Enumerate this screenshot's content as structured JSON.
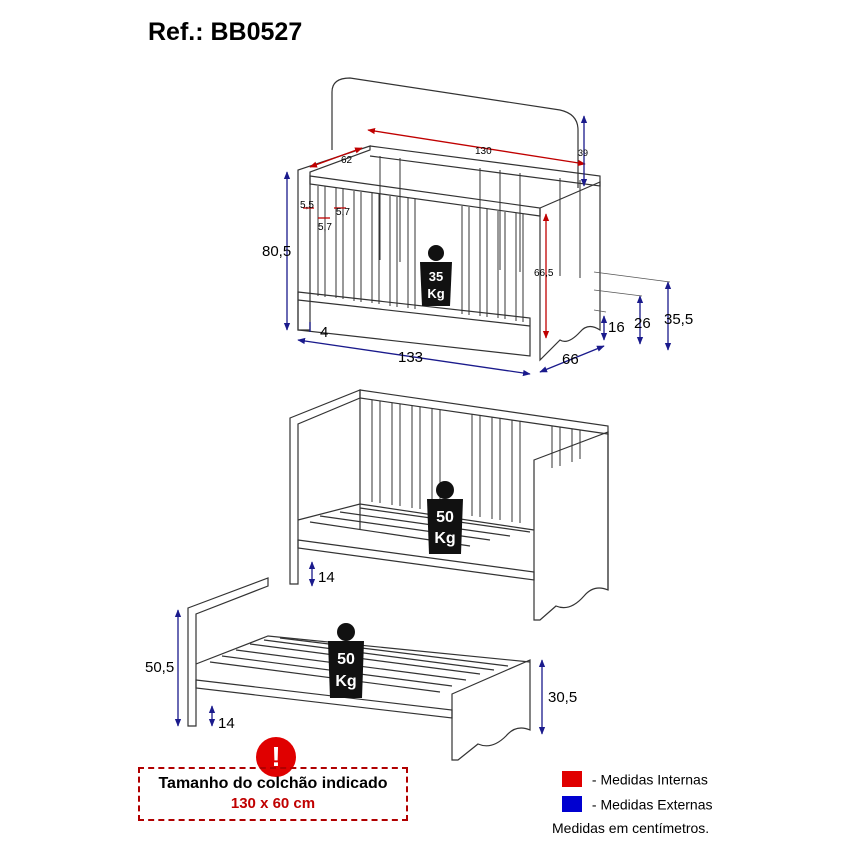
{
  "title": "Ref.: BB0527",
  "crib": {
    "dims": {
      "inner_length": "130",
      "inner_width": "62",
      "headboard_height": "39",
      "slat_gap": "5,5",
      "slat_width_a": "5,7",
      "slat_width_b": "5,7",
      "height": "80,5",
      "inner_height": "66,5",
      "floor_gap": "4",
      "length": "133",
      "depth": "66",
      "base_a": "16",
      "base_b": "26",
      "base_c": "35,5"
    },
    "weight_number": "35",
    "weight_unit": "Kg"
  },
  "toddler_bed": {
    "dims": {
      "floor_gap": "14"
    },
    "weight_number": "50",
    "weight_unit": "Kg"
  },
  "single_bed": {
    "dims": {
      "head_height": "50,5",
      "foot_height": "30,5",
      "floor_gap": "14"
    },
    "weight_number": "50",
    "weight_unit": "Kg"
  },
  "warning_icon": "exclamation-icon",
  "warning_symbol": "!",
  "mattress": {
    "line1": "Tamanho do colchão indicado",
    "line2": "130 x 60 cm"
  },
  "legend": [
    {
      "label": "- Medidas Internas",
      "color": "#e00000"
    },
    {
      "label": "- Medidas Externas",
      "color": "#0000d0"
    }
  ],
  "units_note": "Medidas em centímetros.",
  "colors": {
    "internal": "#c00000",
    "external": "#1a1a8c",
    "line": "#333333"
  }
}
